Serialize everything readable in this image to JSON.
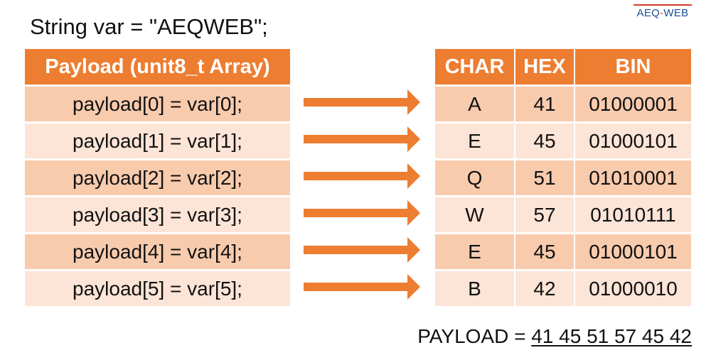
{
  "logo": {
    "left": "AEQ",
    "dash": "-",
    "right": "WEB"
  },
  "title": "String var = \"AEQWEB\";",
  "left_table": {
    "header": "Payload (unit8_t Array)",
    "rows": [
      "payload[0] = var[0];",
      "payload[1] = var[1];",
      "payload[2] = var[2];",
      "payload[3] = var[3];",
      "payload[4] = var[4];",
      "payload[5] = var[5];"
    ]
  },
  "right_table": {
    "headers": [
      "CHAR",
      "HEX",
      "BIN"
    ],
    "rows": [
      {
        "char": "A",
        "hex": "41",
        "bin": "01000001"
      },
      {
        "char": "E",
        "hex": "45",
        "bin": "01000101"
      },
      {
        "char": "Q",
        "hex": "51",
        "bin": "01010001"
      },
      {
        "char": "W",
        "hex": "57",
        "bin": "01010111"
      },
      {
        "char": "E",
        "hex": "45",
        "bin": "01000101"
      },
      {
        "char": "B",
        "hex": "42",
        "bin": "01000010"
      }
    ]
  },
  "payload": {
    "label": "PAYLOAD = ",
    "value": "41 45 51 57 45 42"
  },
  "colors": {
    "header": "#ed7d31",
    "row_dark": "#f8cbad",
    "row_light": "#fce4d6",
    "arrow": "#ed7d31",
    "logo_bar": "#d83b2a",
    "logo_text": "#1d4f95"
  }
}
